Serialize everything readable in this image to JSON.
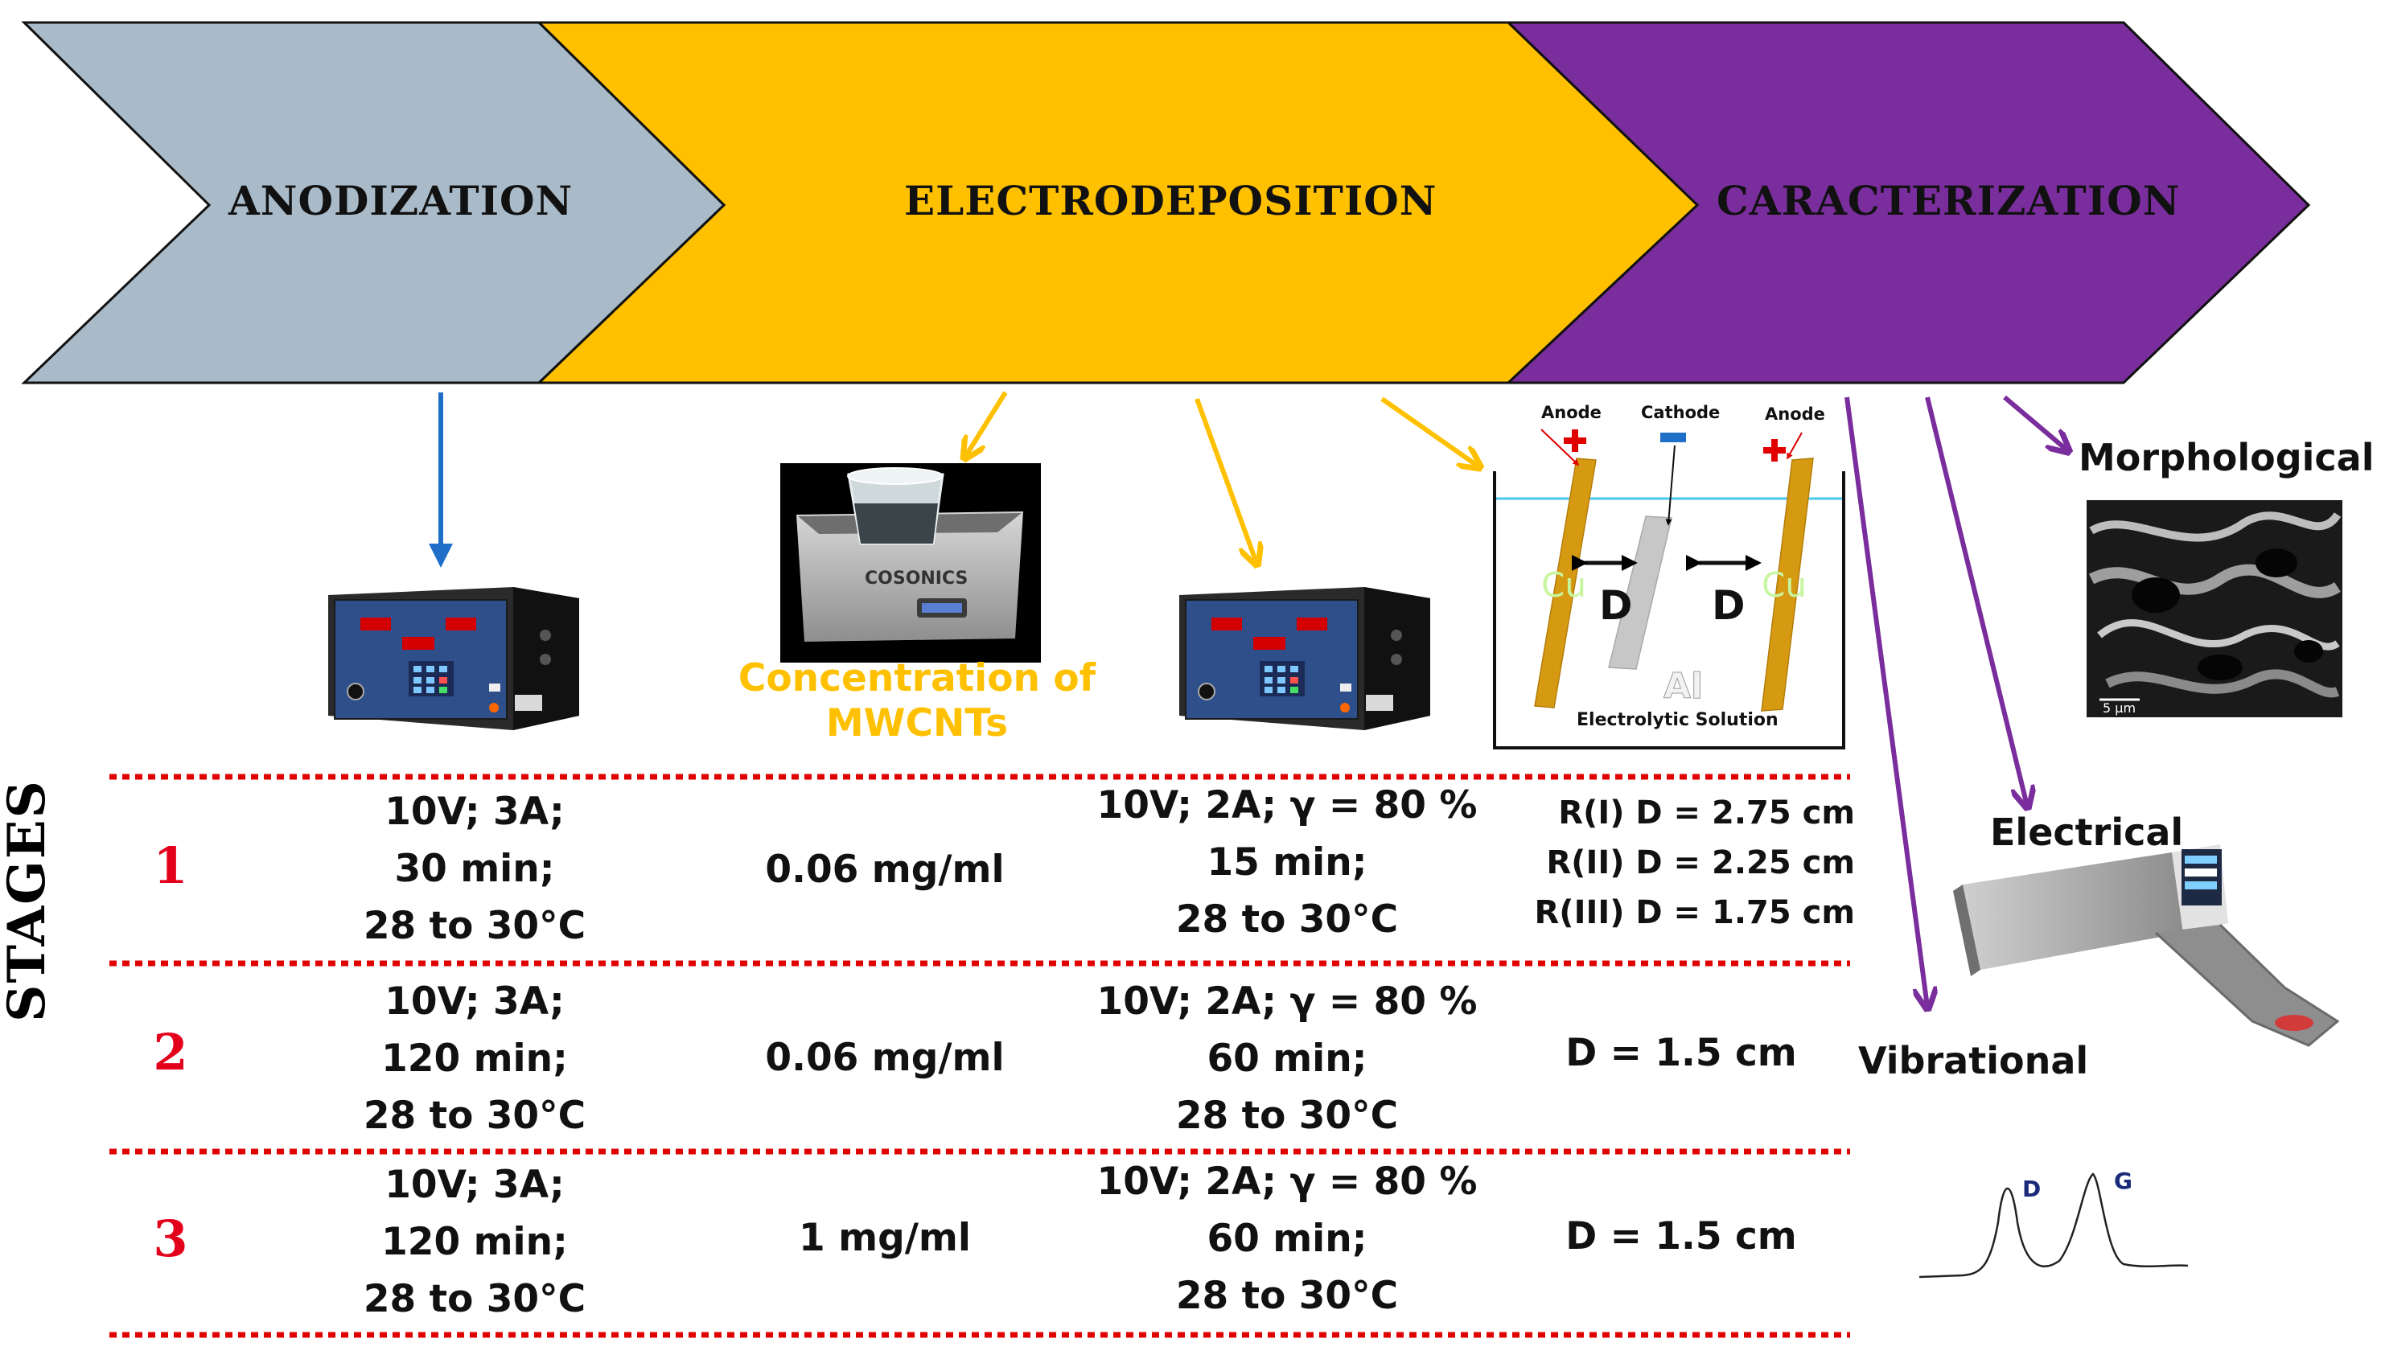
{
  "process": {
    "anodization": "ANODIZATION",
    "electrodeposition": "ELECTRODEPOSITION",
    "characterization": "CARACTERIZATION"
  },
  "equipment": {
    "ultrasonic_bath_label": [
      "Concentration of",
      "MWCNTs"
    ],
    "ultrasonic_brand": "COSONICS"
  },
  "cell_diagram": {
    "anode_left": "Anode",
    "cathode": "Cathode",
    "anode_right": "Anode",
    "cu_left": "Cu",
    "cu_right": "Cu",
    "d_left": "D",
    "d_right": "D",
    "al": "Al",
    "solution": "Electrolytic Solution"
  },
  "characterization": {
    "morphological": "Morphological",
    "scale_bar": "5 µm",
    "electrical": "Electrical",
    "vibrational": "Vibrational",
    "raman_d": "D",
    "raman_g": "G"
  },
  "stages": {
    "title": "STAGES",
    "rows": [
      {
        "number": "1",
        "anodization": [
          "10V; 3A;",
          "30 min;",
          "28 to 30°C"
        ],
        "concentration": "0.06 mg/ml",
        "electrodeposition": [
          "10V; 2A; γ = 80 %",
          "15 min;",
          "28 to 30°C"
        ],
        "distance": [
          "R(I)  D = 2.75 cm",
          "R(II)  D = 2.25 cm",
          "R(III)  D = 1.75 cm"
        ]
      },
      {
        "number": "2",
        "anodization": [
          "10V; 3A;",
          "120 min;",
          "28 to 30°C"
        ],
        "concentration": "0.06 mg/ml",
        "electrodeposition": [
          "10V; 2A; γ = 80 %",
          "60 min;",
          "28 to 30°C"
        ],
        "distance": "D = 1.5 cm"
      },
      {
        "number": "3",
        "anodization": [
          "10V; 3A;",
          "120 min;",
          "28 to 30°C"
        ],
        "concentration": "1 mg/ml",
        "electrodeposition": [
          "10V; 2A; γ = 80 %",
          "60 min;",
          "28 to 30°C"
        ],
        "distance": "D = 1.5 cm"
      }
    ]
  },
  "colors": {
    "anodization": "#a9bac9",
    "electrodeposition": "#ffc000",
    "characterization": "#7a2d9c",
    "blue_arrow": "#1f6fc8",
    "stage_number": "#e3001b",
    "divider": "#e00000"
  }
}
